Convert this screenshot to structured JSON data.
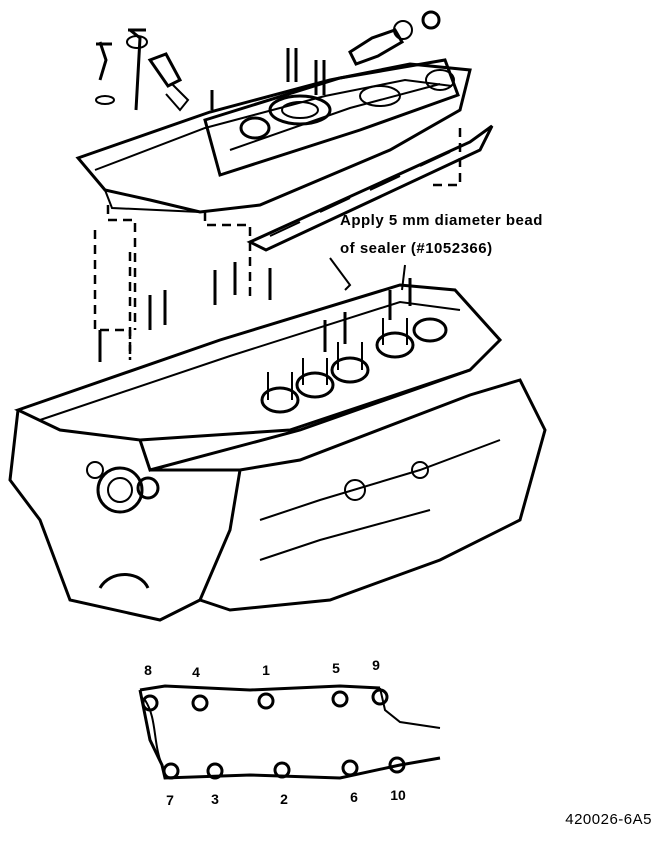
{
  "callout": {
    "line1": "Apply 5 mm diameter bead",
    "line2": "of sealer (#1052366)"
  },
  "torque_sequence": {
    "top_row": [
      "8",
      "4",
      "1",
      "5",
      "9"
    ],
    "bottom_row": [
      "7",
      "3",
      "2",
      "6",
      "10"
    ]
  },
  "figure_id": "420026-6A5"
}
